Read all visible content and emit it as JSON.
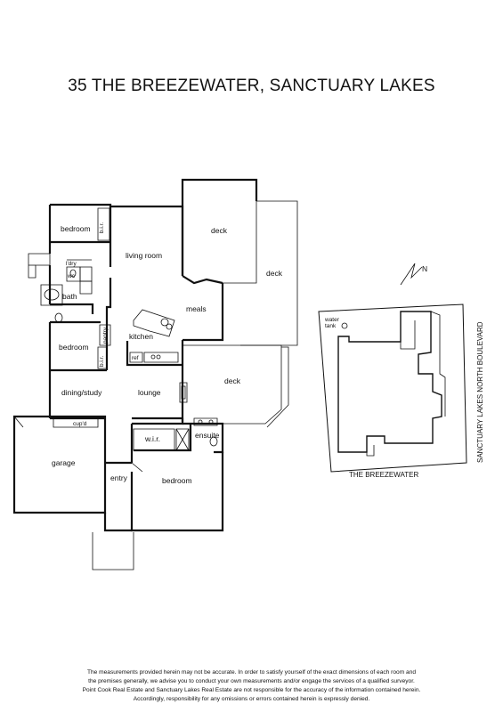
{
  "title": "35 THE BREEZEWATER, SANCTUARY LAKES",
  "rooms": {
    "bedroom1": "bedroom",
    "bir1": "b.i.r.",
    "living": "living room",
    "deck_top": "deck",
    "deck_right": "deck",
    "ldry": "l'dry",
    "wc": "wc",
    "bath": "bath",
    "meals": "meals",
    "kitchen": "kitchen",
    "pantry": "pantry",
    "bedroom2": "bedroom",
    "bir2": "b.i.r.",
    "ref": "ref",
    "deck_lower": "deck",
    "dining": "dining/study",
    "lounge": "lounge",
    "cupd": "cup'd",
    "wir": "w.i.r.",
    "ensuite": "ensuite",
    "garage": "garage",
    "entry": "entry",
    "bedroom3": "bedroom"
  },
  "site_plan": {
    "north": "N",
    "water_tank": "water\ntank",
    "street_bottom": "THE BREEZEWATER",
    "street_right": "SANCTUARY LAKES NORTH BOULEVARD"
  },
  "disclaimer": [
    "The measurements provided herein may not be accurate.  In order to satisfy yourself of the exact dimensions of each room and",
    "the premises generally, we advise you to conduct your own measurements and/or engage the services of a qualified surveyor.",
    "Point Cook Real Estate and Sanctuary Lakes Real Estate are not responsible for the accuracy of the information contained herein.",
    "Accordingly, responsibility for any omissions or errors contained herein is expressly denied."
  ]
}
